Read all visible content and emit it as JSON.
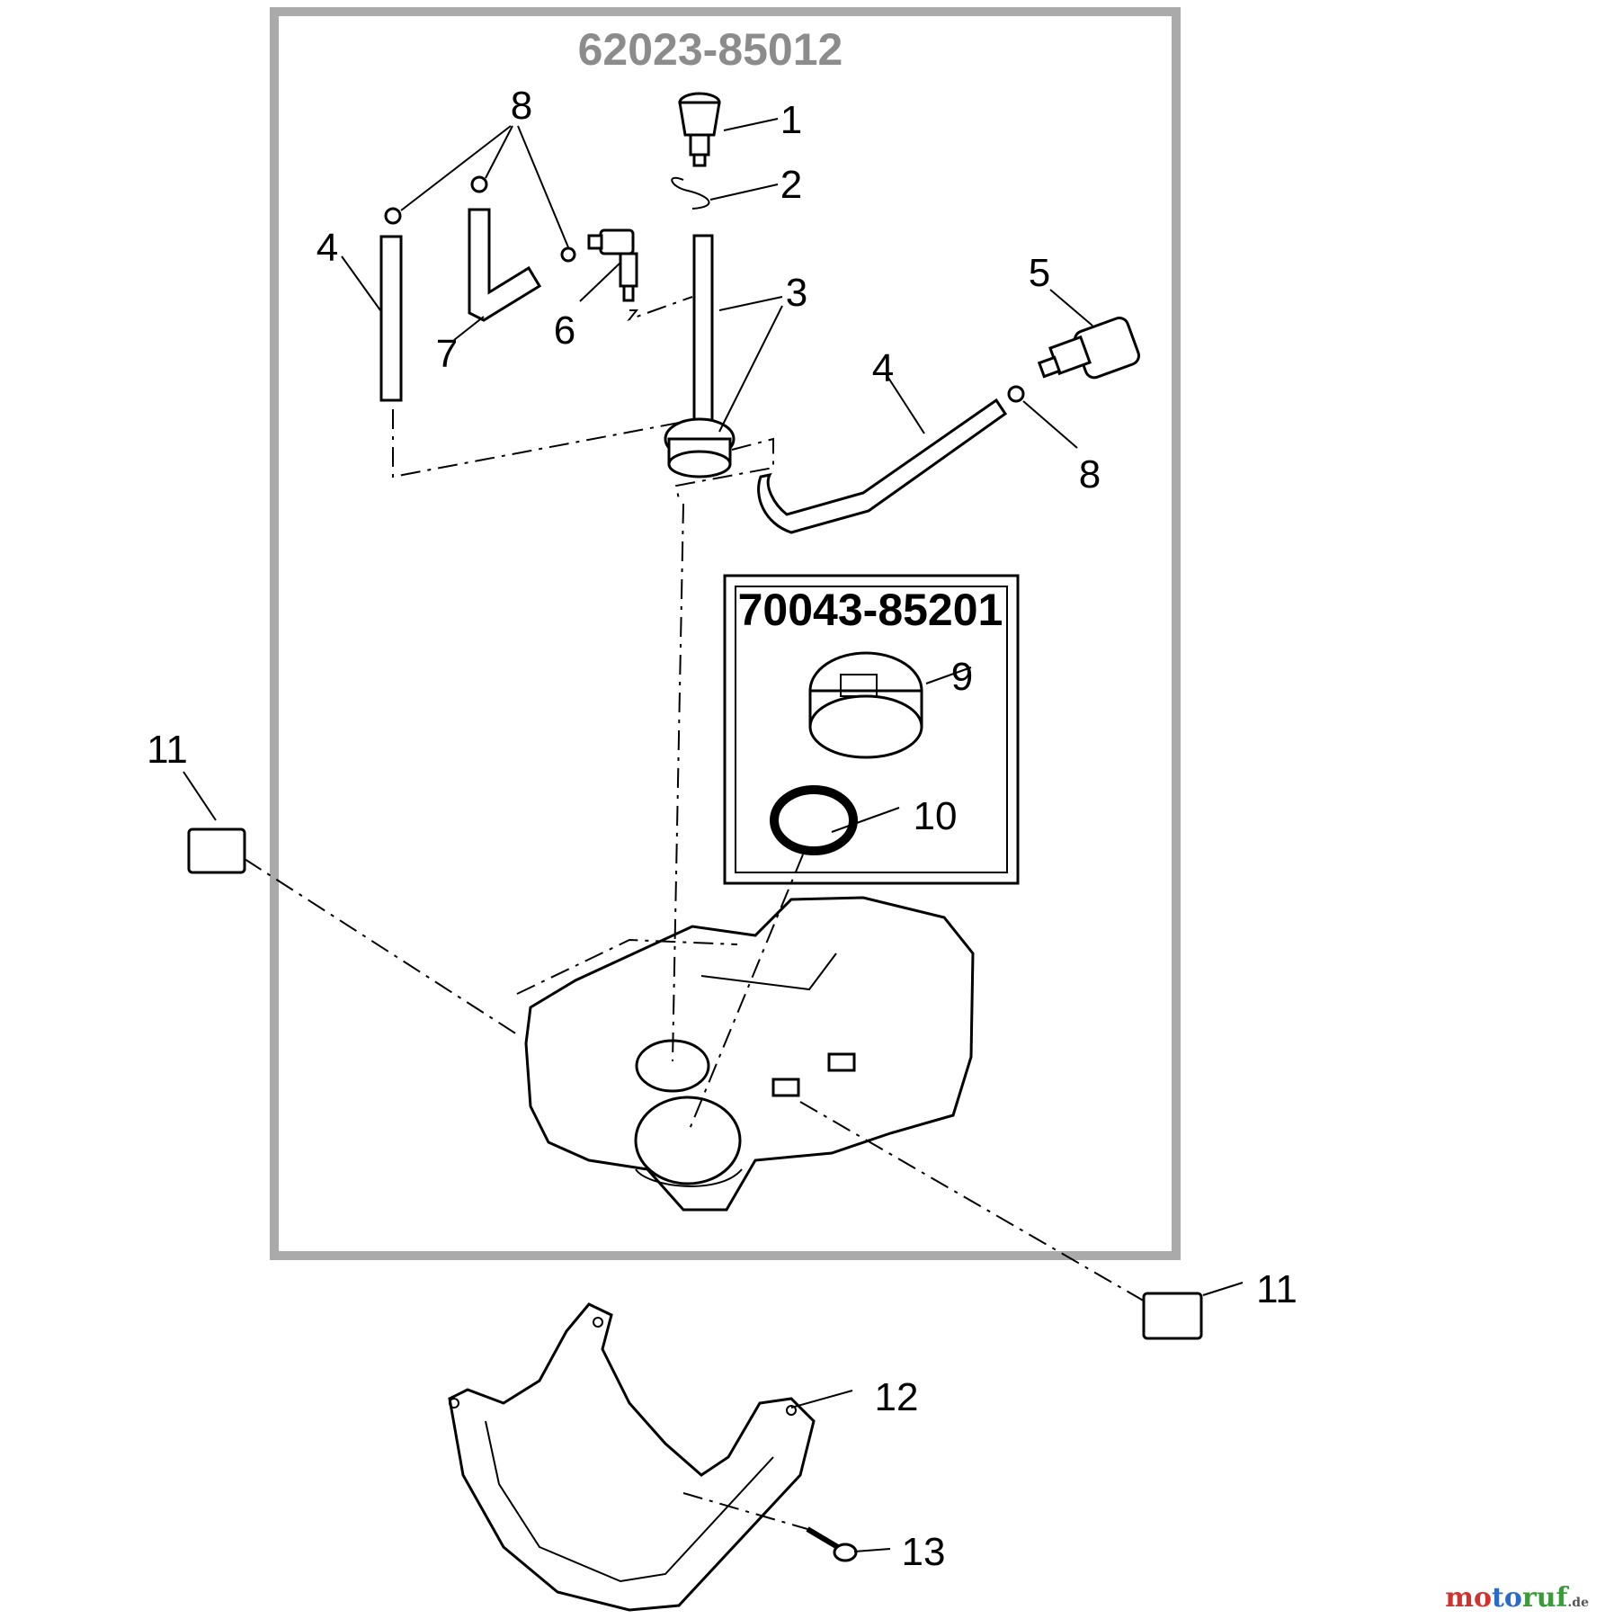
{
  "boxes": {
    "outer": "62023-85012",
    "inner": "70043-85201"
  },
  "callouts": {
    "c1": "1",
    "c2": "2",
    "c3": "3",
    "c4a": "4",
    "c4b": "4",
    "c5": "5",
    "c6": "6",
    "c7": "7",
    "c8a": "8",
    "c8b": "8",
    "c9": "9",
    "c10": "10",
    "c11a": "11",
    "c11b": "11",
    "c12": "12",
    "c13": "13"
  },
  "watermark": {
    "part1": "mo",
    "part2": "to",
    "part3": "ruf",
    "suffix": ".de"
  }
}
